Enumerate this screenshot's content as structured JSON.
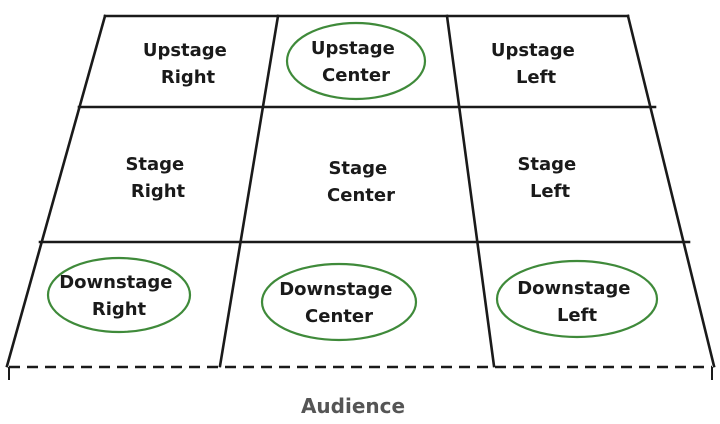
{
  "colors": {
    "highlight": "#3f8a3a",
    "line": "#1a1a1a",
    "audience_text": "#555555"
  },
  "stage": {
    "rows": [
      [
        {
          "line1": "Upstage",
          "line2": "Right",
          "circled": false
        },
        {
          "line1": "Upstage",
          "line2": "Center",
          "circled": true
        },
        {
          "line1": "Upstage",
          "line2": "Left",
          "circled": false
        }
      ],
      [
        {
          "line1": "Stage",
          "line2": "Right",
          "circled": false
        },
        {
          "line1": "Stage",
          "line2": "Center",
          "circled": false
        },
        {
          "line1": "Stage",
          "line2": "Left",
          "circled": false
        }
      ],
      [
        {
          "line1": "Downstage",
          "line2": "Right",
          "circled": true
        },
        {
          "line1": "Downstage",
          "line2": "Center",
          "circled": true
        },
        {
          "line1": "Downstage",
          "line2": "Left",
          "circled": true
        }
      ]
    ]
  },
  "audience_label": "Audience"
}
